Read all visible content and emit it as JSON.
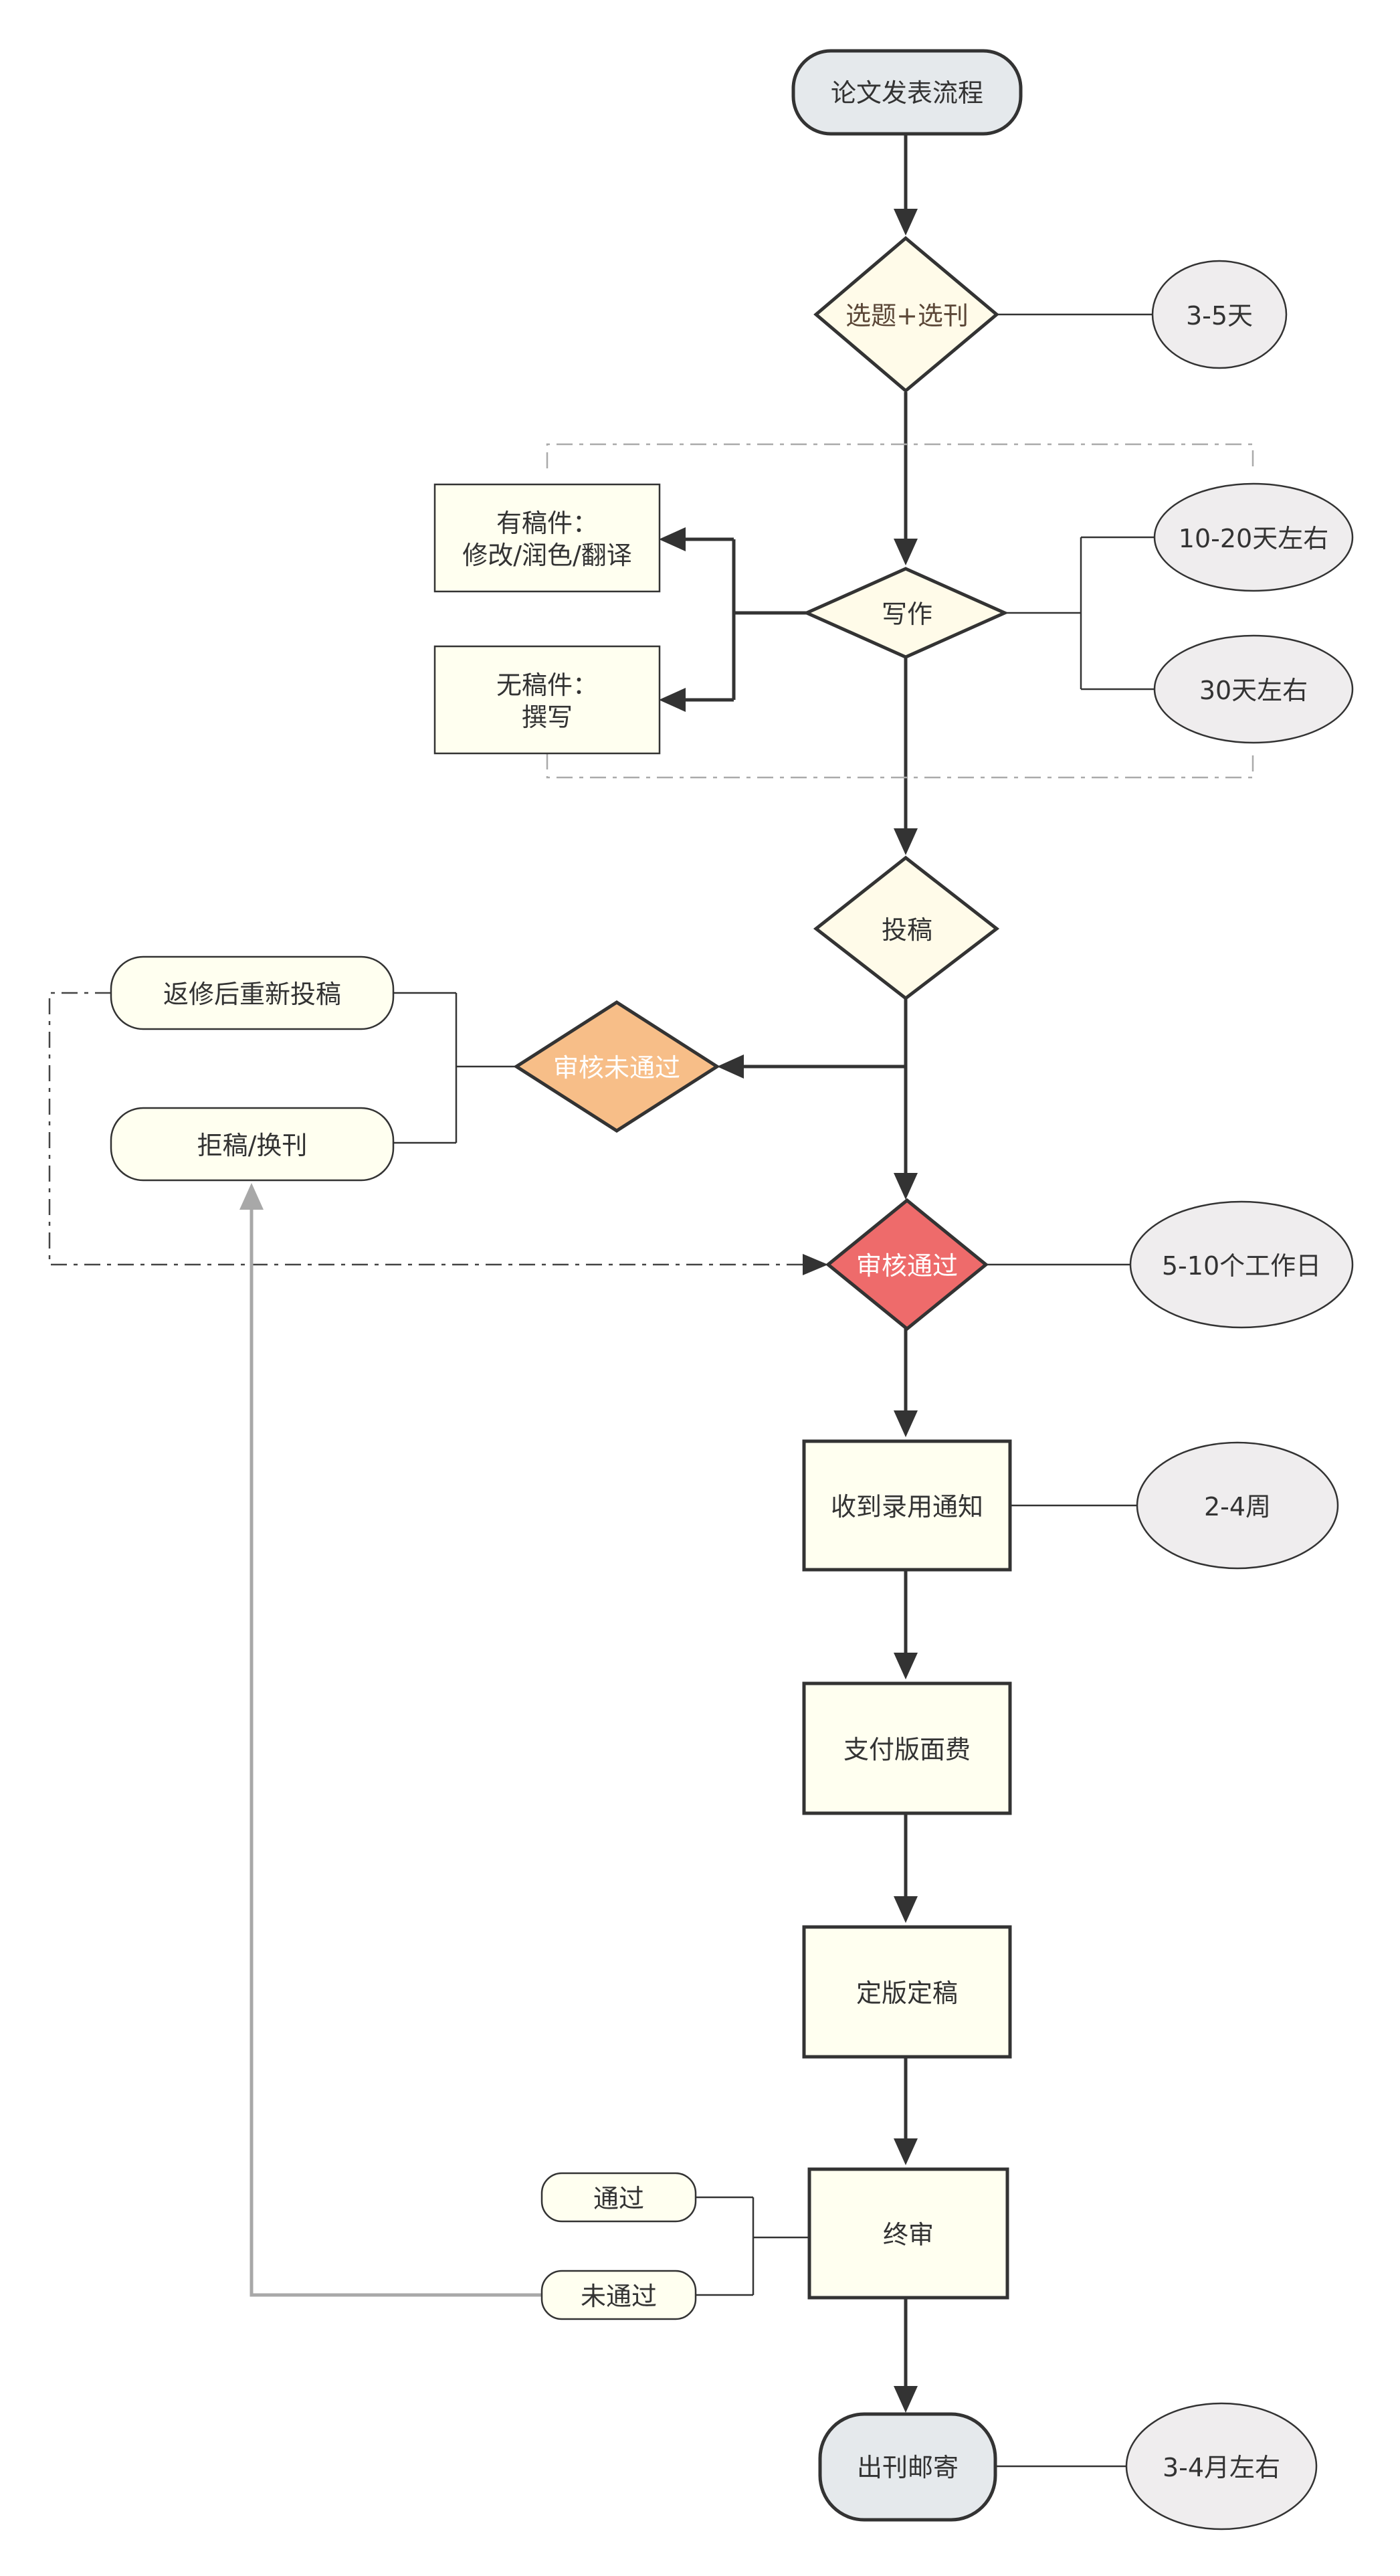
{
  "nodes": {
    "start": "论文发表流程",
    "topic": "选题+选刊",
    "topic_time": "3-5天",
    "has_draft_line1": "有稿件：",
    "has_draft_line2": "修改/润色/翻译",
    "no_draft_line1": "无稿件：",
    "no_draft_line2": "撰写",
    "writing": "写作",
    "writing_time1": "10-20天左右",
    "writing_time2": "30天左右",
    "submit": "投稿",
    "review_fail": "审核未通过",
    "revise_resubmit": "返修后重新投稿",
    "reject_change": "拒稿/换刊",
    "review_pass": "审核通过",
    "review_time": "5-10个工作日",
    "acceptance": "收到录用通知",
    "acceptance_time": "2-4周",
    "pay_fee": "支付版面费",
    "finalize": "定版定稿",
    "final_review": "终审",
    "final_pass": "通过",
    "final_fail": "未通过",
    "publish": "出刊邮寄",
    "publish_time": "3-4月左右"
  },
  "colors": {
    "stroke": "#333333",
    "terminal_fill": "#e5e9ec",
    "diamond_fill": "#fffbe9",
    "process_fill": "#fffff0",
    "time_oval_fill": "#efedee",
    "review_fail_fill": "#f7be88",
    "review_pass_fill": "#ee6b6b",
    "dashed_group": "#aaaaaa",
    "reject_loop": "#a8a8a8"
  }
}
